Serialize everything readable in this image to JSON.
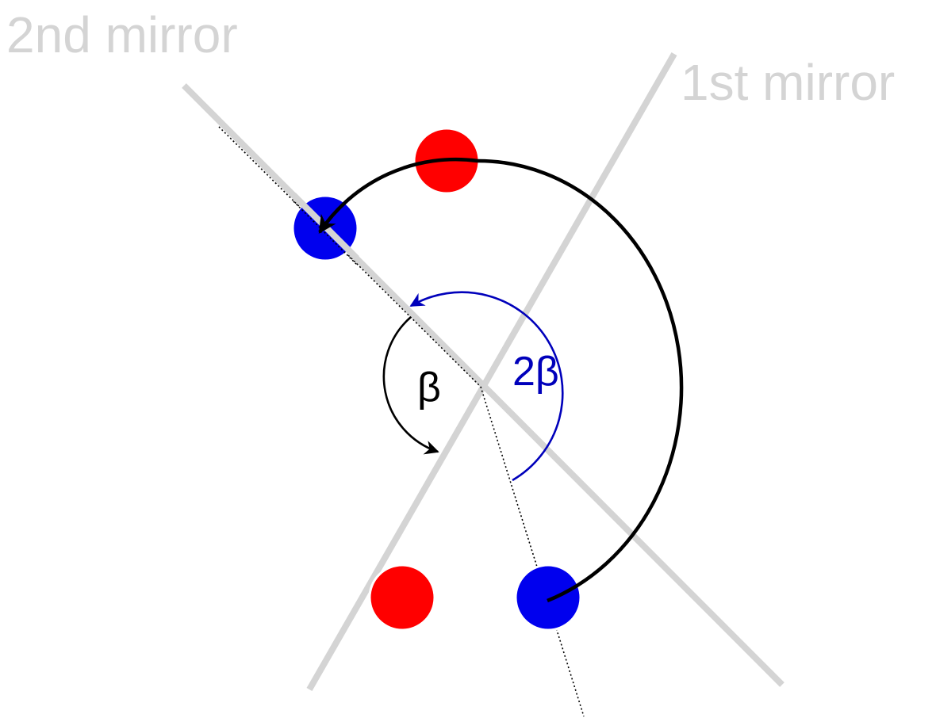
{
  "labels": {
    "second_mirror": "2nd mirror",
    "first_mirror": "1st mirror",
    "beta": "β",
    "two_beta": "2β"
  },
  "colors": {
    "mirror": "#d4d4d4",
    "object": "#ff0000",
    "image": "#0000ee",
    "arc_black": "#000000",
    "arc_blue": "#0000bb",
    "label_gray": "#d4d4d4"
  }
}
